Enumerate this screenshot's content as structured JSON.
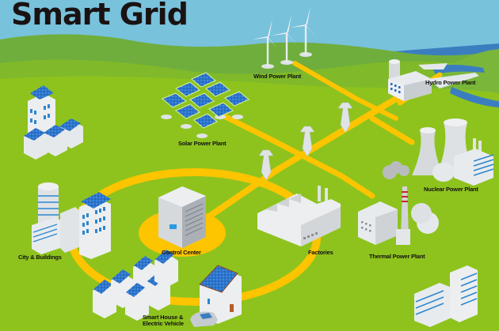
{
  "title": "Smart Grid",
  "colors": {
    "sky": "#78c2dc",
    "hill_far": "#7ab540",
    "hill_mid": "#8ec31e",
    "ground": "#8ec31e",
    "grid_line": "#fdc400",
    "water": "#3b7ec0",
    "building": "#e6e8ea",
    "building_shade": "#c5c9cd",
    "window_blue": "#2a86d0",
    "solar_panel": "#1f5fb3",
    "roof": "#8a4a2a",
    "text": "#111111"
  },
  "nodes": {
    "wind": {
      "label": "Wind Power Plant"
    },
    "hydro": {
      "label": "Hydro Power Plant"
    },
    "solar": {
      "label": "Solar Power Plant"
    },
    "nuclear": {
      "label": "Nuclear Power Plant"
    },
    "thermal": {
      "label": "Thermal Power Plant"
    },
    "factories": {
      "label": "Factories"
    },
    "control": {
      "label": "Control Center"
    },
    "city": {
      "label": "City & Buildings"
    },
    "smarthouse": {
      "label_line1": "Smart House &",
      "label_line2": "Electric Vehicle"
    }
  }
}
